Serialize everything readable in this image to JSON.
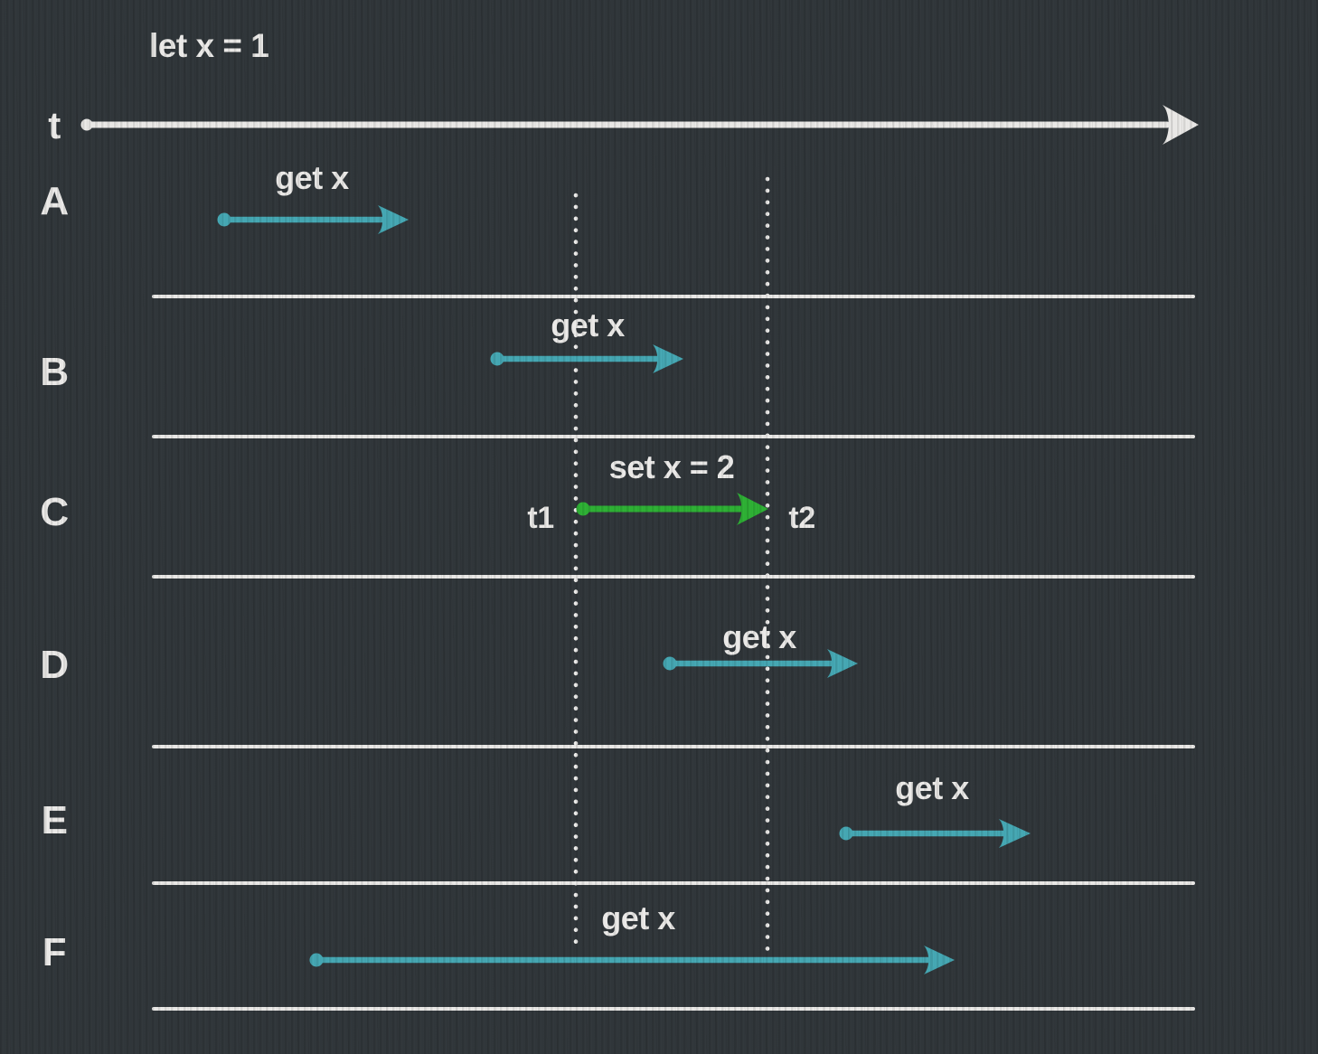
{
  "header": {
    "init_label": "let x = 1"
  },
  "timeline": {
    "axis_label": "t",
    "axis_color": "#e62739"
  },
  "markers": {
    "t1_label": "t1",
    "t2_label": "t2"
  },
  "colors": {
    "background": "#31373b",
    "line_white": "#edecea",
    "label_white": "#efeeec",
    "get_teal": "#46aab6",
    "set_green": "#2eb335",
    "axis_red": "#e62739"
  },
  "rows": [
    {
      "label": "A",
      "op_label": "get x",
      "op_type": "get",
      "color": "#46aab6"
    },
    {
      "label": "B",
      "op_label": "get x",
      "op_type": "get",
      "color": "#46aab6"
    },
    {
      "label": "C",
      "op_label": "set x = 2",
      "op_type": "set",
      "color": "#2eb335",
      "start_marker": "t1",
      "end_marker": "t2"
    },
    {
      "label": "D",
      "op_label": "get x",
      "op_type": "get",
      "color": "#46aab6"
    },
    {
      "label": "E",
      "op_label": "get x",
      "op_type": "get",
      "color": "#46aab6"
    },
    {
      "label": "F",
      "op_label": "get x",
      "op_type": "get",
      "color": "#46aab6"
    }
  ]
}
